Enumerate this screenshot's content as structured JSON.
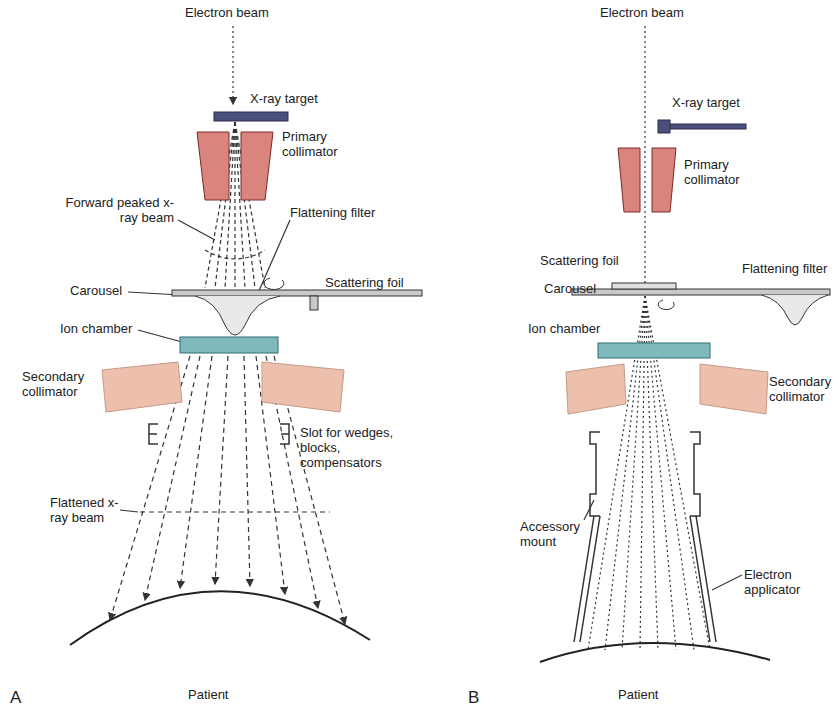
{
  "diagram": {
    "labels": [
      "Electron beam",
      "X-ray target",
      "Primary collimator",
      "Forward peaked x-ray beam",
      "Flattening filter",
      "Carousel",
      "Scattering foil",
      "Ion chamber",
      "Secondary collimator",
      "Slot for wedges, blocks, compensators",
      "Flattened x-ray beam",
      "A",
      "Patient",
      "Electron beam",
      "X-ray target",
      "Primary collimator",
      "Scattering foil",
      "Flattening filter",
      "Carousel",
      "Ion chamber",
      "Secondary collimator",
      "Accessory mount",
      "Electron applicator",
      "B",
      "Patient"
    ]
  }
}
